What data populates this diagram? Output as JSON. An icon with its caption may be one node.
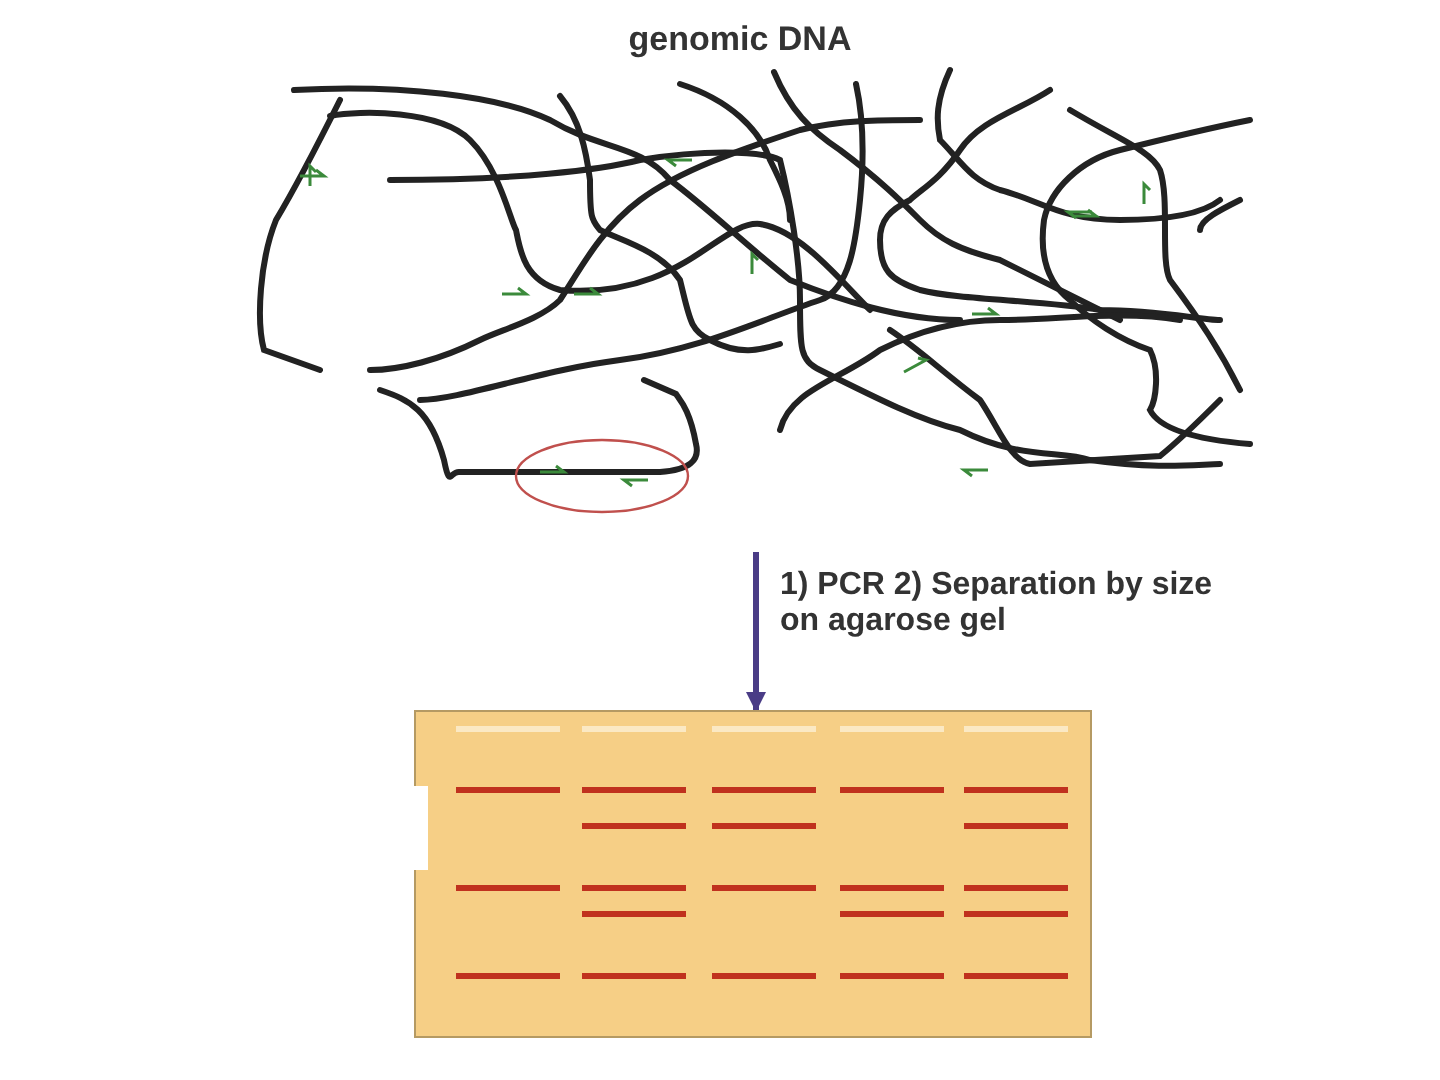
{
  "diagram": {
    "nodes": [
      {
        "text": [
          "genomic DNA"
        ]
      },
      {
        "text": [],
        "shape": "box"
      }
    ],
    "edges": [
      {
        "from": 0,
        "to": 1,
        "arrow": "to",
        "label": "1) PCR 2) Separation by size on agarose gel"
      }
    ]
  }
}
